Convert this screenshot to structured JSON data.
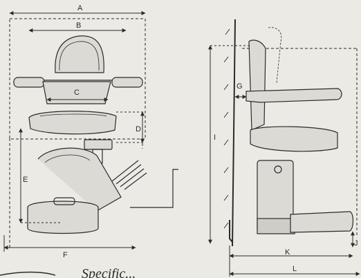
{
  "labels": {
    "A": "A",
    "B": "B",
    "C": "C",
    "D": "D",
    "E": "E",
    "F": "F",
    "G": "G",
    "I": "I",
    "J": "J",
    "K": "K",
    "L": "L"
  },
  "caption": "Specific...",
  "colors": {
    "paper": "#eceae4",
    "ink": "#2a2a2a",
    "seat_fill": "#dcdad4"
  }
}
